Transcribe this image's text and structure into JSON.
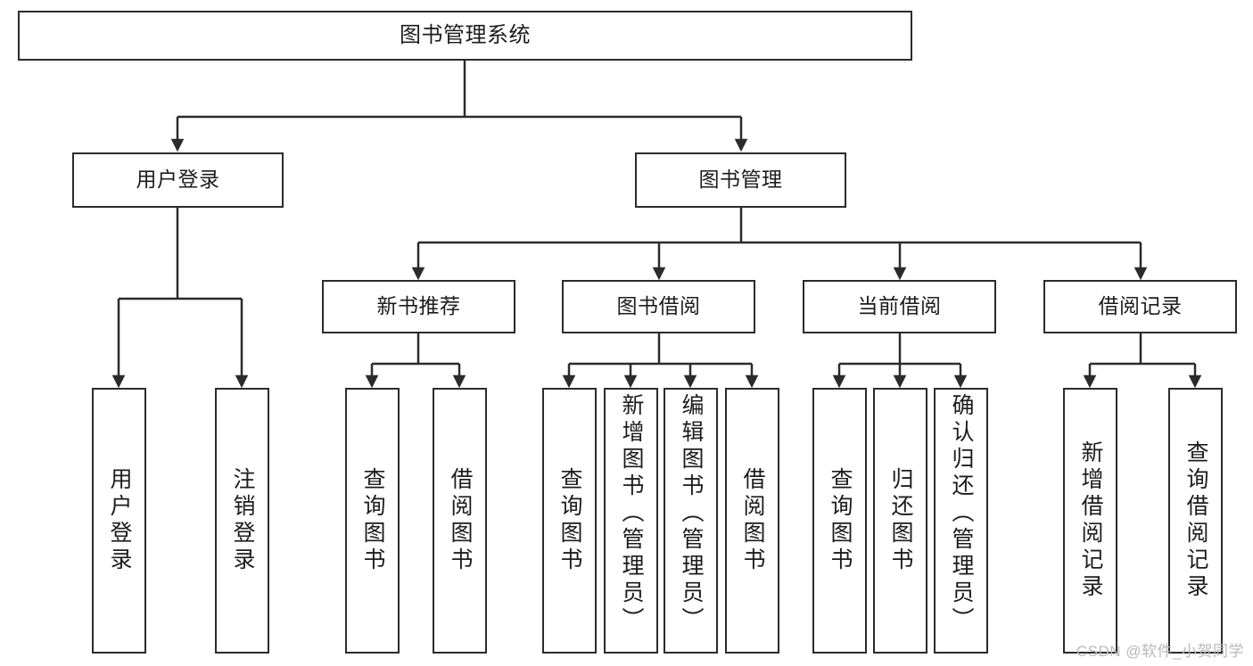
{
  "diagram": {
    "title": "图书管理系统",
    "watermark": "CSDN @软件_小贺同学",
    "type": "tree-hierarchy-chart",
    "colors": {
      "stroke": "#2b2b2b",
      "fill": "#ffffff",
      "text": "#1c1c1c",
      "watermark": "#b9b9b9"
    },
    "nodes": {
      "root": {
        "label": "图书管理系统",
        "orientation": "horizontal",
        "level": 0
      },
      "l1": [
        {
          "label": "用户登录",
          "orientation": "horizontal",
          "level": 1
        },
        {
          "label": "图书管理",
          "orientation": "horizontal",
          "level": 1
        }
      ],
      "l2": [
        {
          "label": "新书推荐",
          "orientation": "horizontal",
          "level": 2
        },
        {
          "label": "图书借阅",
          "orientation": "horizontal",
          "level": 2
        },
        {
          "label": "当前借阅",
          "orientation": "horizontal",
          "level": 2
        },
        {
          "label": "借阅记录",
          "orientation": "horizontal",
          "level": 2
        }
      ],
      "leaves_user_login": [
        {
          "label": "用户登录",
          "orientation": "vertical"
        },
        {
          "label": "注销登录",
          "orientation": "vertical"
        }
      ],
      "leaves_new_books": [
        {
          "label": "查询图书",
          "orientation": "vertical"
        },
        {
          "label": "借阅图书",
          "orientation": "vertical"
        }
      ],
      "leaves_borrow": [
        {
          "label": "查询图书",
          "orientation": "vertical"
        },
        {
          "label": "新增图书（管理员）",
          "orientation": "vertical"
        },
        {
          "label": "编辑图书（管理员）",
          "orientation": "vertical"
        },
        {
          "label": "借阅图书",
          "orientation": "vertical"
        }
      ],
      "leaves_current": [
        {
          "label": "查询图书",
          "orientation": "vertical"
        },
        {
          "label": "归还图书",
          "orientation": "vertical"
        },
        {
          "label": "确认归还（管理员）",
          "orientation": "vertical"
        }
      ],
      "leaves_records": [
        {
          "label": "新增借阅记录",
          "orientation": "vertical"
        },
        {
          "label": "查询借阅记录",
          "orientation": "vertical"
        }
      ]
    }
  }
}
